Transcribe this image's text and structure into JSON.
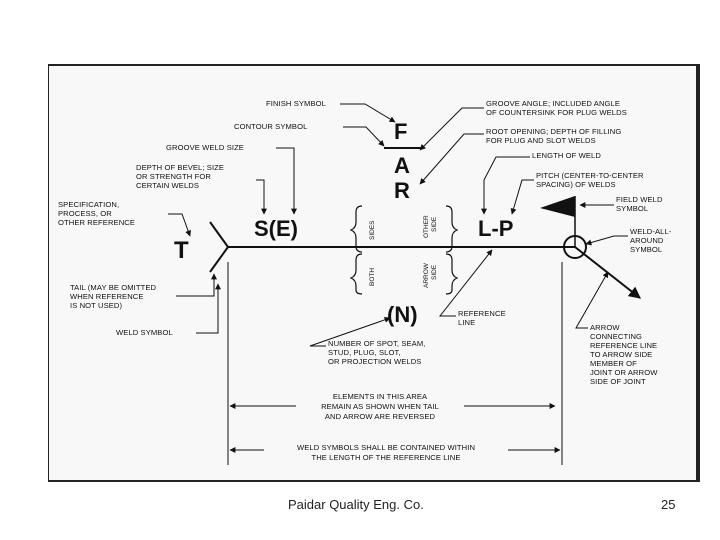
{
  "diagram": {
    "labels": {
      "finish_symbol": "FINISH SYMBOL",
      "contour_symbol": "CONTOUR SYMBOL",
      "groove_weld_size": "GROOVE WELD SIZE",
      "depth_of_bevel": [
        "DEPTH OF BEVEL; SIZE",
        "OR STRENGTH FOR",
        "CERTAIN WELDS"
      ],
      "specification": [
        "SPECIFICATION,",
        "PROCESS, OR",
        "OTHER REFERENCE"
      ],
      "tail": [
        "TAIL (MAY BE OMITTED",
        "WHEN REFERENCE",
        "IS NOT USED)"
      ],
      "weld_symbol": "WELD SYMBOL",
      "groove_angle": [
        "GROOVE ANGLE; INCLUDED ANGLE",
        "OF COUNTERSINK FOR PLUG WELDS"
      ],
      "root_opening": [
        "ROOT OPENING; DEPTH OF FILLING",
        "FOR PLUG AND SLOT WELDS"
      ],
      "length_of_weld": "LENGTH OF WELD",
      "pitch": [
        "PITCH (CENTER-TO-CENTER",
        "SPACING) OF WELDS"
      ],
      "field_weld_symbol": [
        "FIELD WELD",
        "SYMBOL"
      ],
      "weld_all_around": [
        "WELD-ALL-",
        "AROUND",
        "SYMBOL"
      ],
      "reference_line": [
        "REFERENCE",
        "LINE"
      ],
      "number_of_spot": [
        "NUMBER OF SPOT, SEAM,",
        "STUD, PLUG, SLOT,",
        "OR PROJECTION WELDS"
      ],
      "arrow_connecting": [
        "ARROW",
        "CONNECTING",
        "REFERENCE LINE",
        "TO ARROW SIDE",
        "MEMBER OF",
        "JOINT OR ARROW",
        "SIDE OF JOINT"
      ],
      "elements_in_area": [
        "ELEMENTS IN THIS AREA",
        "REMAIN AS SHOWN WHEN TAIL",
        "AND ARROW ARE REVERSED"
      ],
      "contained_within": [
        "WELD SYMBOLS SHALL BE CONTAINED WITHIN",
        "THE LENGTH OF THE REFERENCE LINE"
      ]
    },
    "symbols": {
      "F": "F",
      "A": "A",
      "R": "R",
      "T": "T",
      "SE": "S(E)",
      "LP": "L-P",
      "N": "(N)",
      "sides": "SIDES",
      "other_side": [
        "OTHER",
        "SIDE"
      ],
      "both": "BOTH",
      "arrow_side": [
        "ARROW",
        "SIDE"
      ]
    }
  },
  "footer": {
    "company": "Paidar Quality Eng. Co.",
    "page_number": "25"
  }
}
